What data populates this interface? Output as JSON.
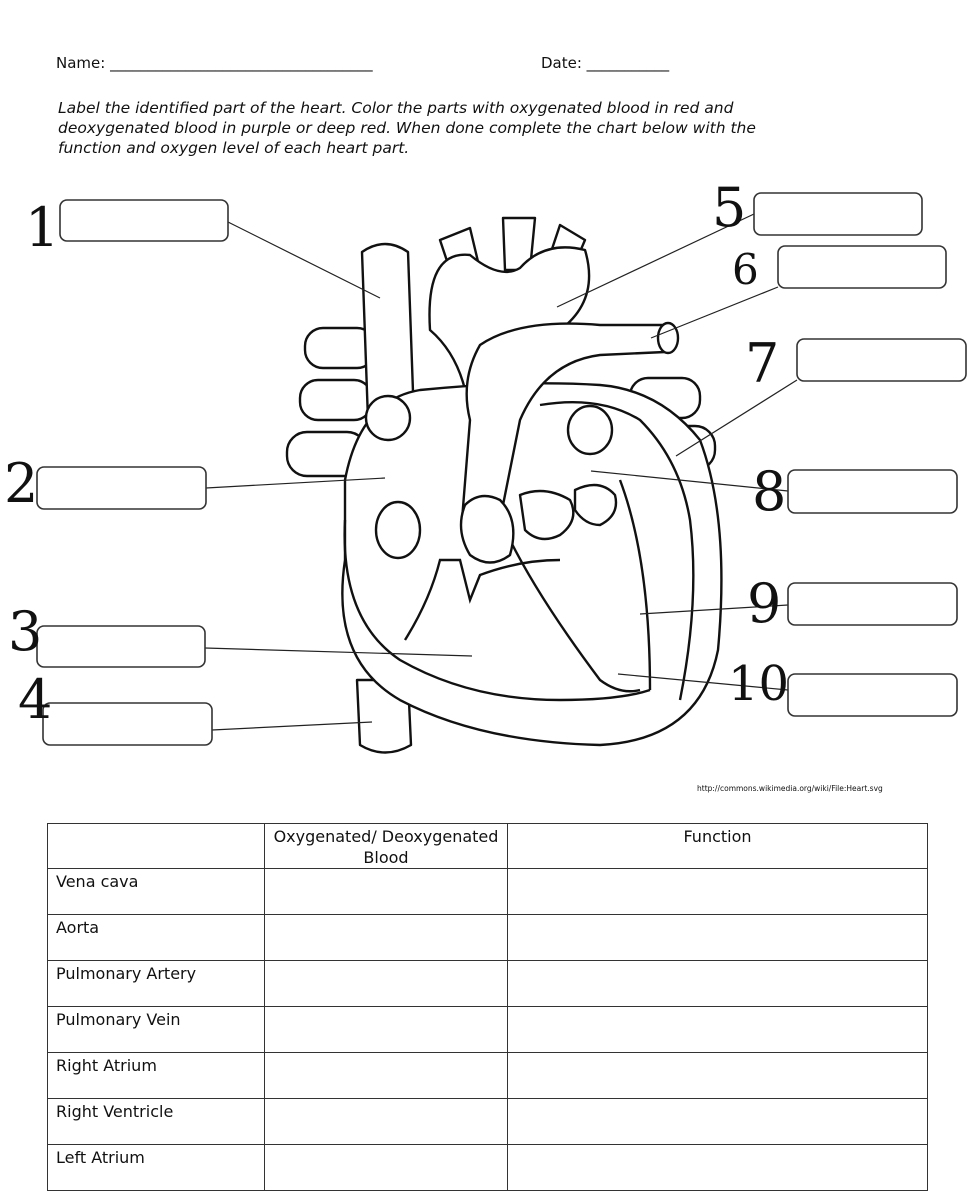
{
  "header": {
    "name_label": "Name: ___________________________________",
    "date_label": "Date: ___________"
  },
  "instructions": {
    "line1": "Label the identified part of the heart.  Color the parts with oxygenated blood in red and",
    "line2": "deoxygenated blood in purple or deep red.  When done complete the chart below with the",
    "line3": "function and oxygen level of each heart part."
  },
  "diagram": {
    "numbers": [
      "1",
      "2",
      "3",
      "4",
      "5",
      "6",
      "7",
      "8",
      "9",
      "10"
    ]
  },
  "credit": "http://commons.wikimedia.org/wiki/File:Heart.svg",
  "table": {
    "headers": [
      "",
      "Oxygenated/ Deoxygenated Blood",
      "Function"
    ],
    "rows": [
      {
        "part": "Vena cava",
        "oxygen": "",
        "function": ""
      },
      {
        "part": "Aorta",
        "oxygen": "",
        "function": ""
      },
      {
        "part": "Pulmonary Artery",
        "oxygen": "",
        "function": ""
      },
      {
        "part": "Pulmonary Vein",
        "oxygen": "",
        "function": ""
      },
      {
        "part": "Right Atrium",
        "oxygen": "",
        "function": ""
      },
      {
        "part": "Right Ventricle",
        "oxygen": "",
        "function": ""
      },
      {
        "part": "Left Atrium",
        "oxygen": "",
        "function": ""
      }
    ]
  }
}
